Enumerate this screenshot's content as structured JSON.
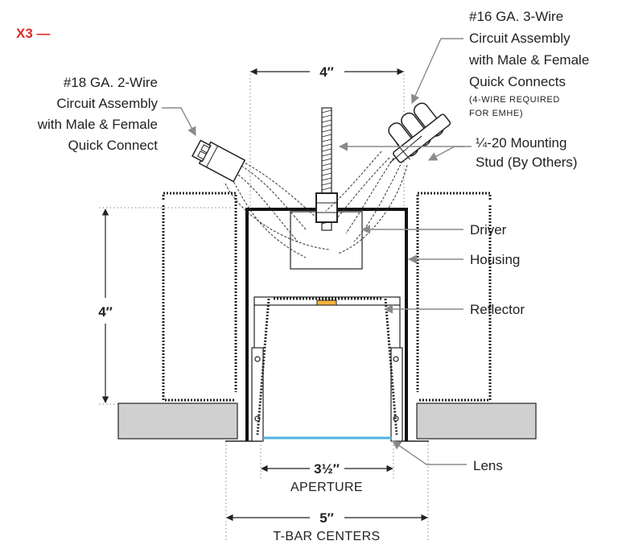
{
  "tag": "X3 —",
  "labels": {
    "wire2": [
      "#18 GA. 2-Wire",
      "Circuit Assembly",
      "with Male & Female",
      "Quick Connect"
    ],
    "wire3": [
      "#16 GA. 3-Wire",
      "Circuit Assembly",
      "with Male & Female",
      "Quick Connects"
    ],
    "wire3_note": [
      "(4-WIRE REQUIRED",
      "FOR EMHE)"
    ],
    "stud": [
      "¼-20 Mounting",
      "Stud (By Others)"
    ],
    "driver": "Driver",
    "housing": "Housing",
    "reflector": "Reflector",
    "lens": "Lens"
  },
  "dimensions": {
    "top_width": "4″",
    "height": "4″",
    "aperture": "3½″",
    "aperture_caption": "APERTURE",
    "tbar": "5″",
    "tbar_caption": "T-BAR CENTERS"
  },
  "colors": {
    "tag": "#e02b2b",
    "lens": "#4fb3e3",
    "ceiling": "#d0d0d0",
    "leader": "#8a8a8a"
  }
}
